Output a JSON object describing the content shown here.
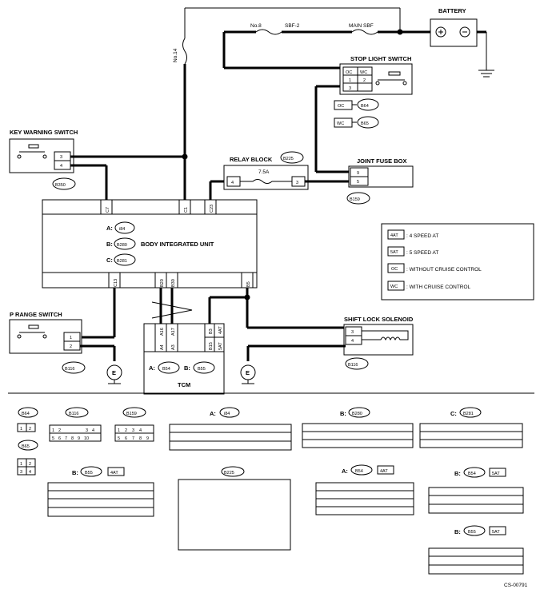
{
  "components": {
    "battery": "BATTERY",
    "fuse_no8": "No.8",
    "sbf2": "SBF-2",
    "main_sbf": "MAIN SBF",
    "fuse_no14": "No.14",
    "stop_light_switch": "STOP LIGHT SWITCH",
    "key_warning_switch": "KEY WARNING SWITCH",
    "relay_block": "RELAY BLOCK",
    "relay_fuse": "7.5A",
    "joint_fuse_box": "JOINT FUSE BOX",
    "body_integrated_unit": "BODY INTEGRATED UNIT",
    "p_range_switch": "P RANGE SWITCH",
    "shift_lock_solenoid": "SHIFT LOCK SOLENOID",
    "tcm": "TCM",
    "ground": "E",
    "code": "CS-00791"
  },
  "connectors": {
    "b350": "B350",
    "b225": "B225",
    "b159": "B159",
    "b64": "B64",
    "b65": "B65",
    "i84": "i84",
    "b280": "B280",
    "b281": "B281",
    "b116": "B116",
    "b54": "B54",
    "b55": "B55"
  },
  "prefix": {
    "a": "A:",
    "b": "B:",
    "c": "C:"
  },
  "legend": [
    {
      "tag": "4AT",
      "text": ": 4 SPEED AT"
    },
    {
      "tag": "5AT",
      "text": ": 5 SPEED AT"
    },
    {
      "tag": "OC",
      "text": ": WITHOUT CRUISE CONTROL"
    },
    {
      "tag": "WC",
      "text": ": WITH CRUISE CONTROL"
    }
  ],
  "stop_switch": {
    "oc": "OC",
    "wc": "WC",
    "p1": "1",
    "p2": "2",
    "p3": "3"
  },
  "pins": {
    "kw3": "3",
    "kw4": "4",
    "rb4": "4",
    "rb3": "3",
    "jf9": "9",
    "jf5": "5",
    "c7": "C7",
    "c1": "C1",
    "c23": "C23",
    "c13": "C13",
    "b20": "B20",
    "b30": "B30",
    "b5": "B5",
    "pr1": "1",
    "pr2": "2",
    "sl3": "3",
    "sl4": "4",
    "a16": "A16",
    "a17": "A17",
    "a4": "A4",
    "a3": "A3",
    "b3": "B3",
    "b15": "B15",
    "at4": "4AT",
    "at5": "5AT"
  },
  "bottom": {
    "b64_pins": [
      "1",
      "2"
    ],
    "b65_pins": [
      "1",
      "2",
      "3",
      "4"
    ],
    "b116_pins": [
      "1",
      "2",
      "3",
      "4",
      "5",
      "6",
      "7",
      "8",
      "9",
      "10"
    ],
    "b159_pins": [
      "1",
      "2",
      "3",
      "4",
      "5",
      "6",
      "7",
      "8",
      "9"
    ],
    "tag_4at": "4AT",
    "tag_5at": "5AT"
  }
}
